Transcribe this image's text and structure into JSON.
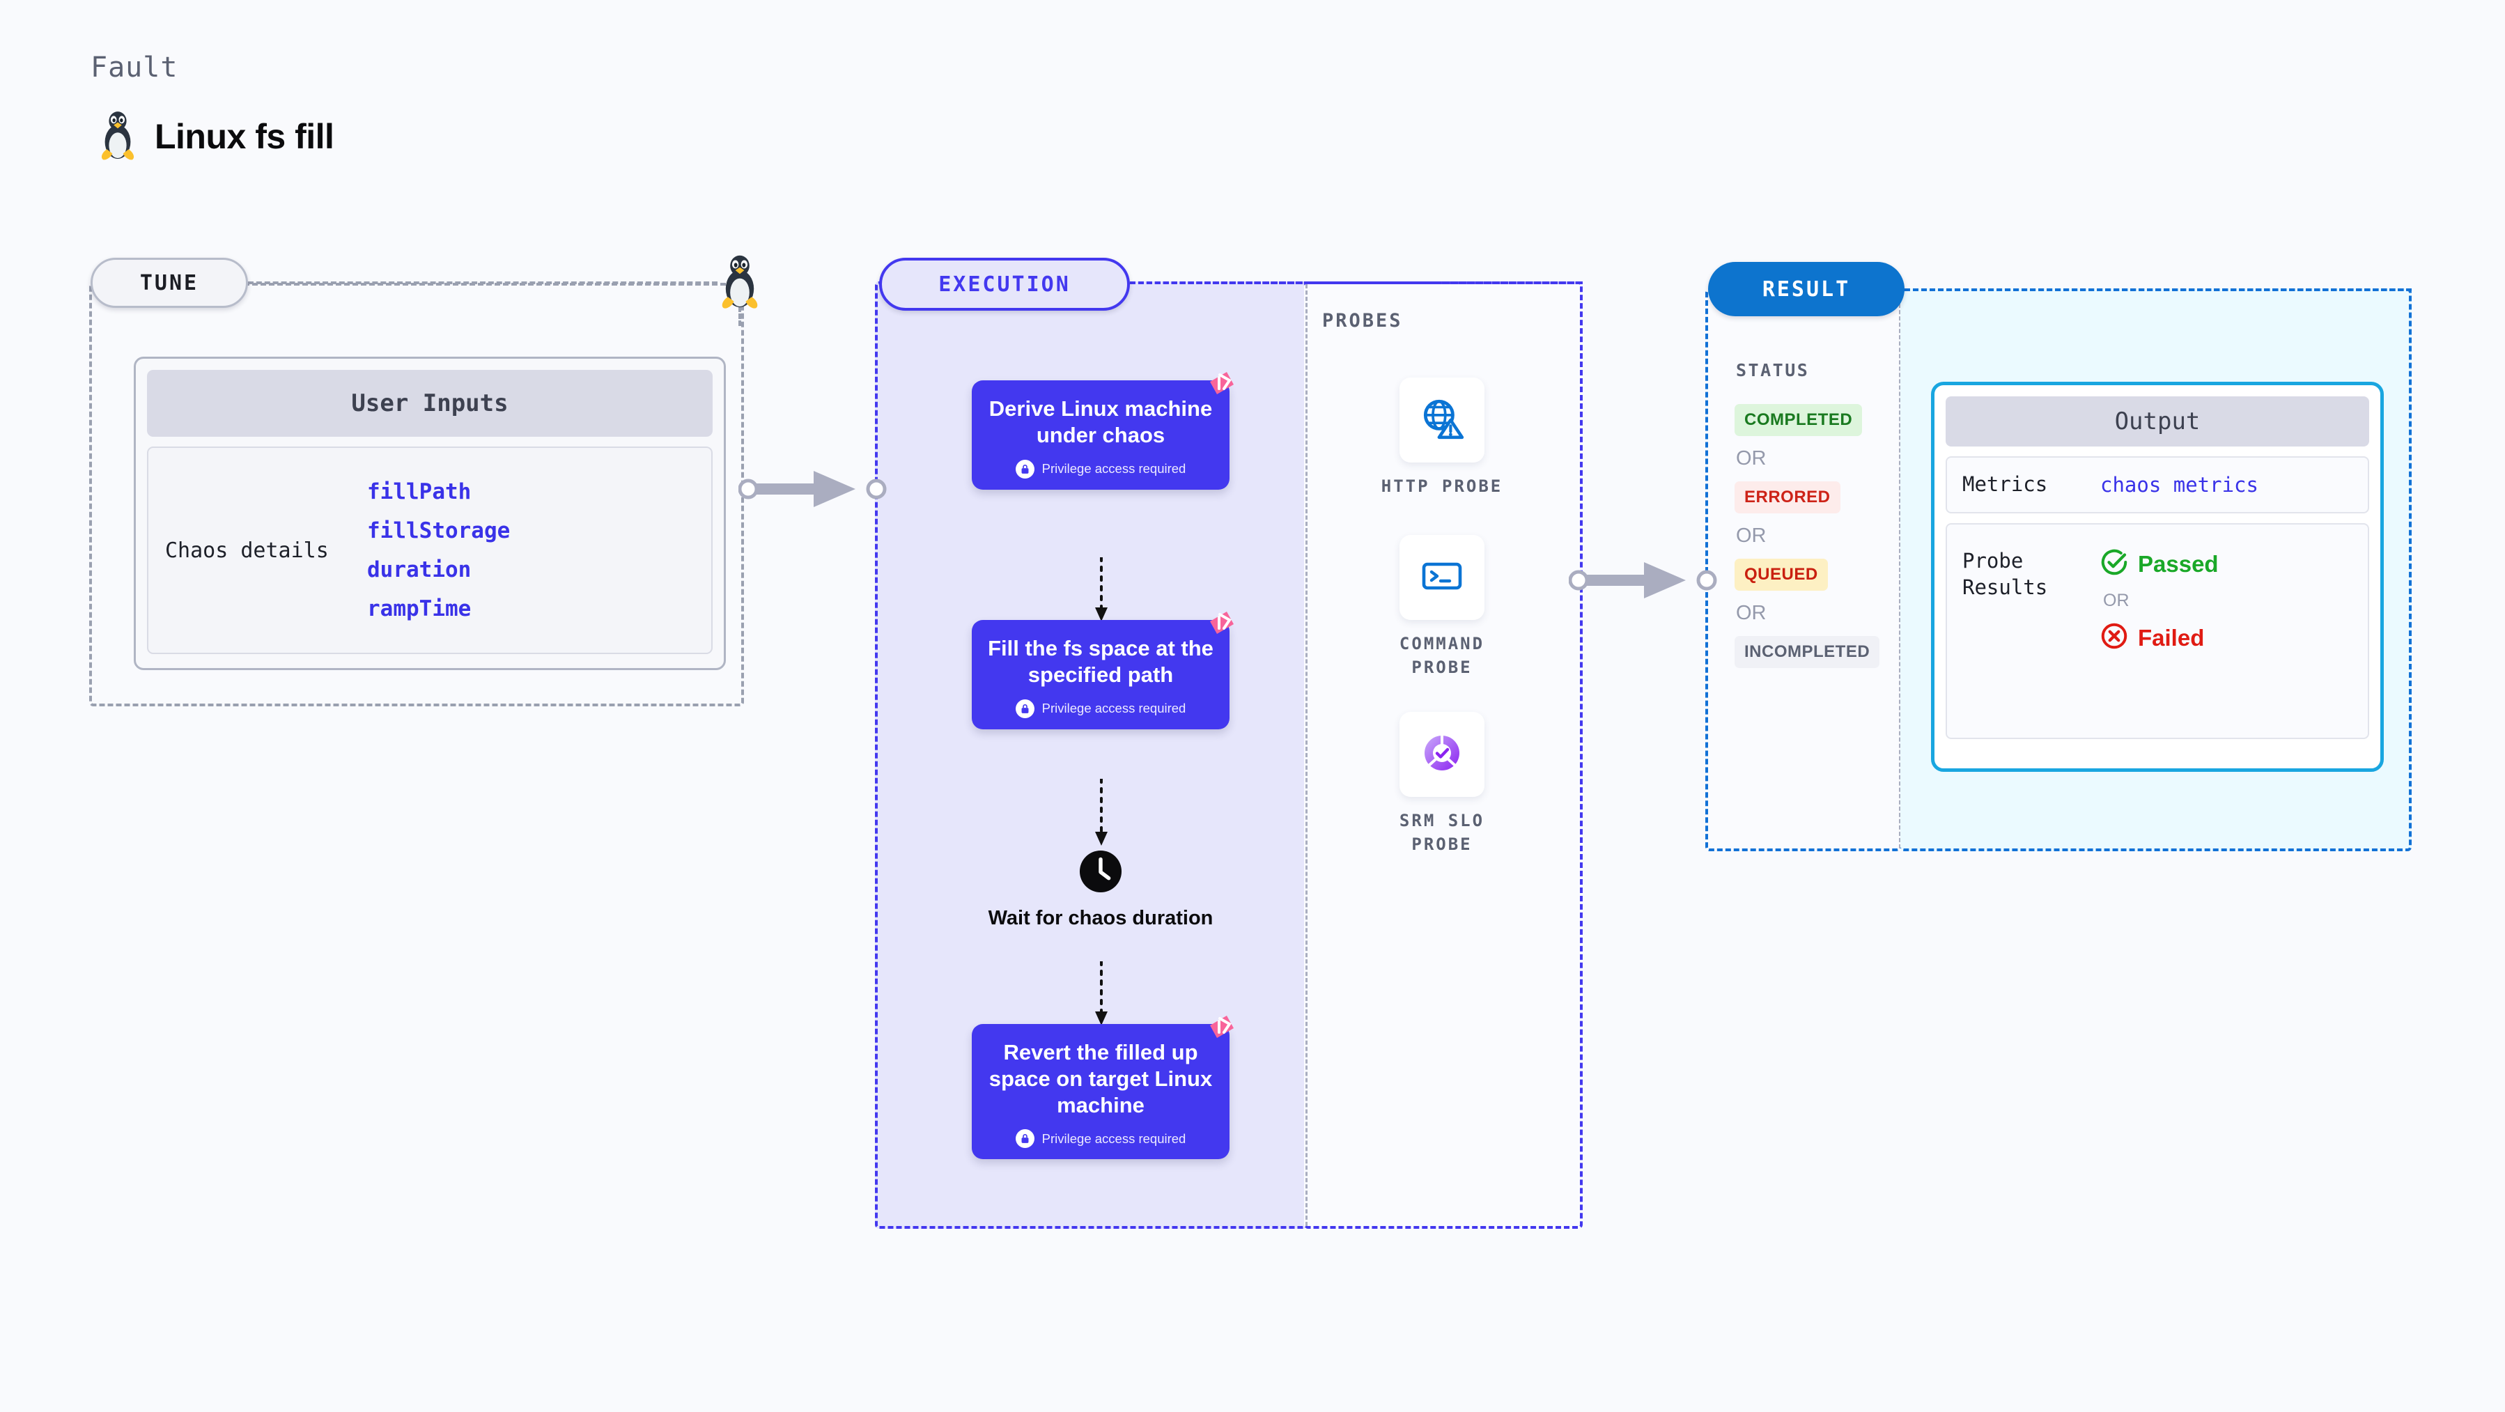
{
  "header": {
    "eyebrow": "Fault",
    "title": "Linux fs fill",
    "icon": "linux-tux-icon"
  },
  "tune": {
    "pill_label": "TUNE",
    "card_title": "User Inputs",
    "row_label": "Chaos details",
    "params": [
      "fillPath",
      "fillStorage",
      "duration",
      "rampTime"
    ]
  },
  "execution": {
    "pill_label": "EXECUTION",
    "privilege_note": "Privilege access required",
    "steps": [
      {
        "title": "Derive Linux machine under chaos",
        "privilege": true,
        "badge": "litmus-logo-icon"
      },
      {
        "title": "Fill the fs space at the specified path",
        "privilege": true,
        "badge": "litmus-logo-icon"
      }
    ],
    "wait": {
      "label": "Wait for chaos duration",
      "icon": "clock-icon"
    },
    "final_step": {
      "title": "Revert the filled up space on target Linux machine",
      "privilege": true,
      "badge": "litmus-logo-icon"
    }
  },
  "probes": {
    "title": "PROBES",
    "items": [
      {
        "label": "HTTP PROBE",
        "icon": "globe-warning-icon"
      },
      {
        "label": "COMMAND\nPROBE",
        "icon": "terminal-icon"
      },
      {
        "label": "SRM SLO\nPROBE",
        "icon": "srm-slo-donut-icon"
      }
    ]
  },
  "result": {
    "pill_label": "RESULT",
    "status_title": "STATUS",
    "or_label": "OR",
    "statuses": [
      {
        "label": "COMPLETED",
        "color": "#1a7a20",
        "bg": "#ddf5dc"
      },
      {
        "label": "ERRORED",
        "color": "#cd2318",
        "bg": "#fdeceb"
      },
      {
        "label": "QUEUED",
        "color": "#c9200f",
        "bg": "#fdf0c3"
      },
      {
        "label": "INCOMPLETED",
        "color": "#5b6172",
        "bg": "#f0f1f6"
      }
    ]
  },
  "output": {
    "card_title": "Output",
    "metrics_key": "Metrics",
    "metrics_value": "chaos metrics",
    "probe_results_key": "Probe\nResults",
    "passed_label": "Passed",
    "failed_label": "Failed",
    "or_label": "OR"
  },
  "colors": {
    "background": "#f9fafd",
    "execution_accent": "#4338ef",
    "execution_bg": "#e6e6fb",
    "result_accent": "#1271d6",
    "output_bg": "#ebfaff",
    "output_border": "#19a6e0",
    "litmus_pink": "#f8649a",
    "param_blue": "#3932e8",
    "muted": "#5b6172"
  }
}
